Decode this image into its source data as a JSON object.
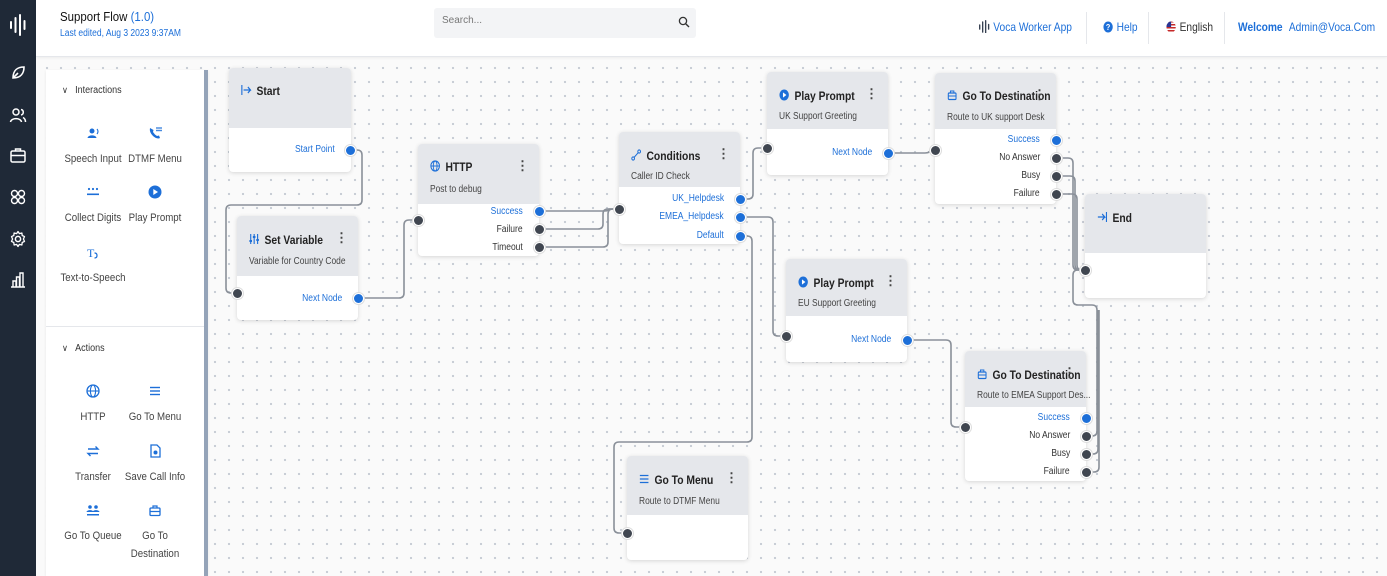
{
  "header": {
    "flow_name": "Support Flow",
    "flow_version": "(1.0)",
    "last_edited": "Last edited, Aug 3 2023 9:37AM",
    "search_placeholder": "Search...",
    "worker_app": "Voca Worker App",
    "help": "Help",
    "language": "English",
    "welcome": "Welcome",
    "user": "Admin@Voca.Com"
  },
  "rail": {
    "icons": [
      "flow-icon",
      "users-icon",
      "briefcase-icon",
      "integrations-icon",
      "settings-icon",
      "reports-icon"
    ]
  },
  "palette": {
    "interactions_title": "Interactions",
    "interactions": [
      "Speech Input",
      "DTMF Menu",
      "Collect Digits",
      "Play Prompt",
      "Text-to-Speech"
    ],
    "actions_title": "Actions",
    "actions": [
      "HTTP",
      "Go To Menu",
      "Transfer",
      "Save Call Info",
      "Go To Queue",
      "Go To Destination"
    ]
  },
  "nodes": {
    "start": {
      "title": "Start",
      "ports": [
        "Start Point"
      ]
    },
    "set_variable": {
      "title": "Set Variable",
      "subtitle": "Variable for Country Code",
      "ports": [
        "Next Node"
      ]
    },
    "http": {
      "title": "HTTP",
      "subtitle": "Post to debug",
      "ports": [
        "Success",
        "Failure",
        "Timeout"
      ]
    },
    "conditions": {
      "title": "Conditions",
      "subtitle": "Caller ID Check",
      "ports": [
        "UK_Helpdesk",
        "EMEA_Helpdesk",
        "Default"
      ]
    },
    "play_prompt_uk": {
      "title": "Play Prompt",
      "subtitle": "UK Support Greeting",
      "ports": [
        "Next Node"
      ]
    },
    "go_to_destination_uk": {
      "title": "Go To Destination",
      "subtitle": "Route to UK support Desk",
      "ports": [
        "Success",
        "No Answer",
        "Busy",
        "Failure"
      ]
    },
    "end": {
      "title": "End"
    },
    "play_prompt_eu": {
      "title": "Play Prompt",
      "subtitle": "EU Support Greeting",
      "ports": [
        "Next Node"
      ]
    },
    "go_to_destination_emea": {
      "title": "Go To Destination",
      "subtitle": "Route to EMEA Support Des...",
      "ports": [
        "Success",
        "No Answer",
        "Busy",
        "Failure"
      ]
    },
    "go_to_menu": {
      "title": "Go To Menu",
      "subtitle": "Route to DTMF Menu"
    }
  },
  "colors": {
    "accent": "#1d6fd8",
    "rail": "#1f2937",
    "node_header": "#e5e7eb",
    "wire": "#8a9099"
  }
}
